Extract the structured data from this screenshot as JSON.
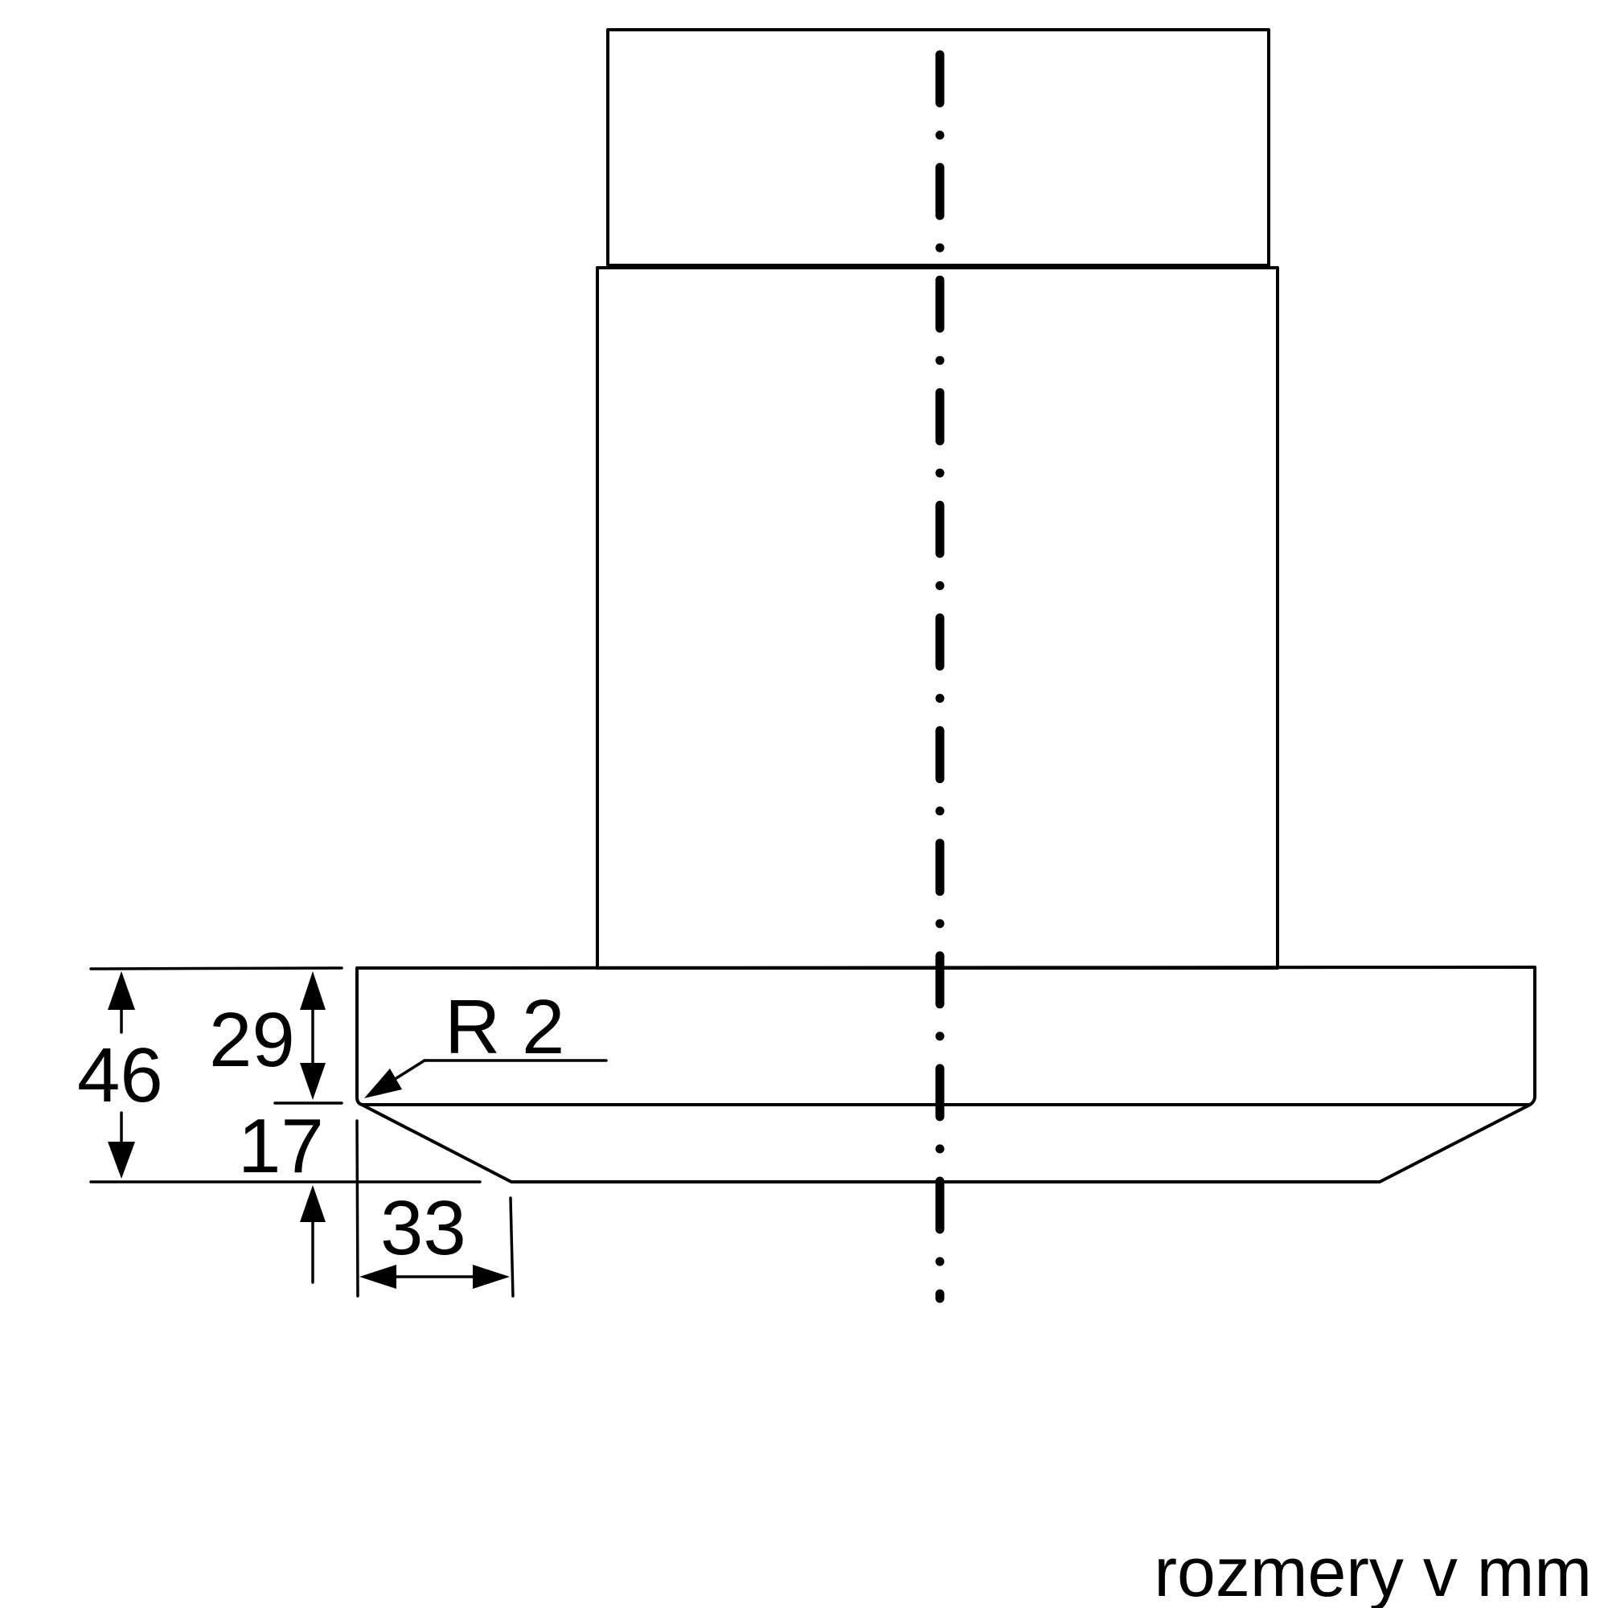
{
  "dimensions": {
    "total_height": "46",
    "upper_height": "29",
    "lower_height": "17",
    "radius": "R 2",
    "bevel_width": "33"
  },
  "units_caption": "rozmery v mm",
  "colors": {
    "line": "#000000",
    "background": "#ffffff"
  }
}
